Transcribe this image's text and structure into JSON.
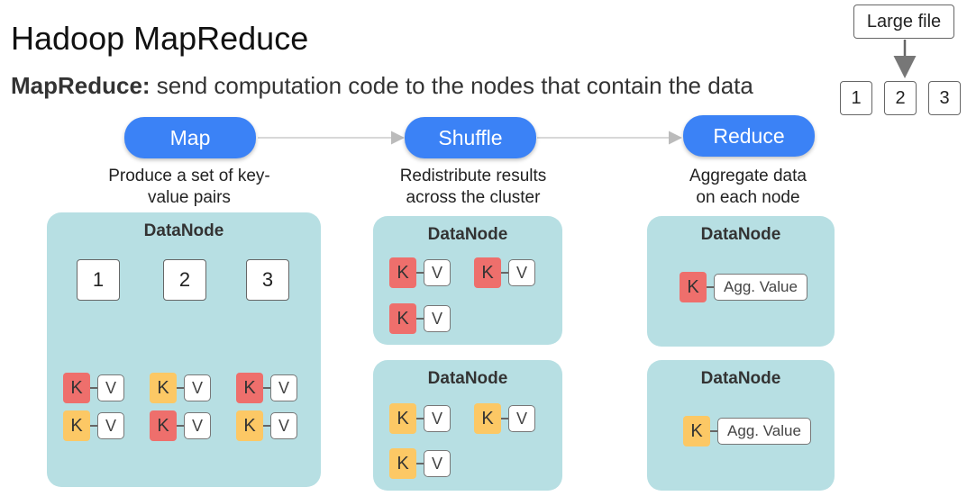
{
  "title": "Hadoop MapReduce",
  "subtitle": {
    "bold": "MapReduce:",
    "rest": " send computation code to the nodes that contain the data"
  },
  "large_file": {
    "label": "Large file",
    "blocks": [
      "1",
      "2",
      "3"
    ]
  },
  "stages": [
    {
      "label": "Map",
      "desc_line1": "Produce a set of key-",
      "desc_line2": "value pairs"
    },
    {
      "label": "Shuffle",
      "desc_line1": "Redistribute results",
      "desc_line2": "across the cluster"
    },
    {
      "label": "Reduce",
      "desc_line1": "Aggregate data",
      "desc_line2": "on each node"
    }
  ],
  "datanode_label": "DataNode",
  "key_letter": "K",
  "value_letter": "V",
  "agg_value_label": "Agg. Value",
  "map_node": {
    "blocks": [
      "1",
      "2",
      "3"
    ],
    "pairs": [
      [
        "red",
        "yellow"
      ],
      [
        "yellow",
        "red"
      ],
      [
        "red",
        "yellow"
      ]
    ]
  },
  "shuffle_nodes": [
    {
      "pairs": [
        "red",
        "red",
        "red"
      ]
    },
    {
      "pairs": [
        "yellow",
        "yellow",
        "yellow"
      ]
    }
  ],
  "reduce_nodes": [
    {
      "key": "red"
    },
    {
      "key": "yellow"
    }
  ],
  "colors": {
    "pill_blue": "#3b82f6",
    "node_bg": "#b7dfe3",
    "key_red": "#ee6f6c",
    "key_yellow": "#fcc865"
  }
}
